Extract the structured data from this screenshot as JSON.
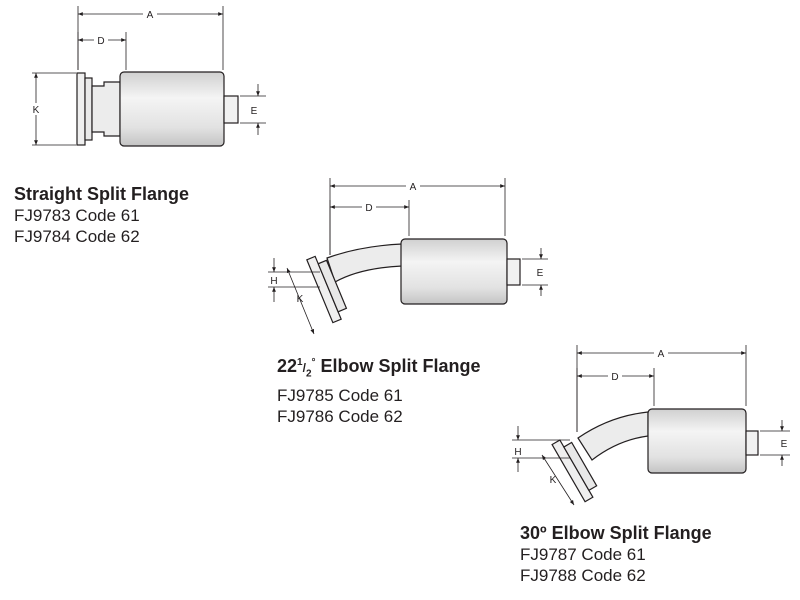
{
  "diagrams": [
    {
      "title": "Straight Split Flange",
      "lines": [
        "FJ9783 Code 61",
        "FJ9784 Code 62"
      ],
      "dims": {
        "a": "A",
        "d": "D",
        "k": "K",
        "e": "E"
      }
    },
    {
      "title_main": "22",
      "title_sup": "1",
      "title_frac": "/",
      "title_sub": "2",
      "title_deg": "°",
      "title_rest": " Elbow Split Flange",
      "lines": [
        "FJ9785 Code 61",
        "FJ9786 Code 62"
      ],
      "dims": {
        "a": "A",
        "d": "D",
        "h": "H",
        "k": "K",
        "e": "E"
      }
    },
    {
      "title": "30º Elbow Split Flange",
      "lines": [
        "FJ9787 Code 61",
        "FJ9788 Code 62"
      ],
      "dims": {
        "a": "A",
        "d": "D",
        "h": "H",
        "k": "K",
        "e": "E"
      }
    }
  ],
  "colors": {
    "ink": "#231f20",
    "body_fill": "#e6e6e6",
    "hose_fill": "#f0f0f0"
  }
}
